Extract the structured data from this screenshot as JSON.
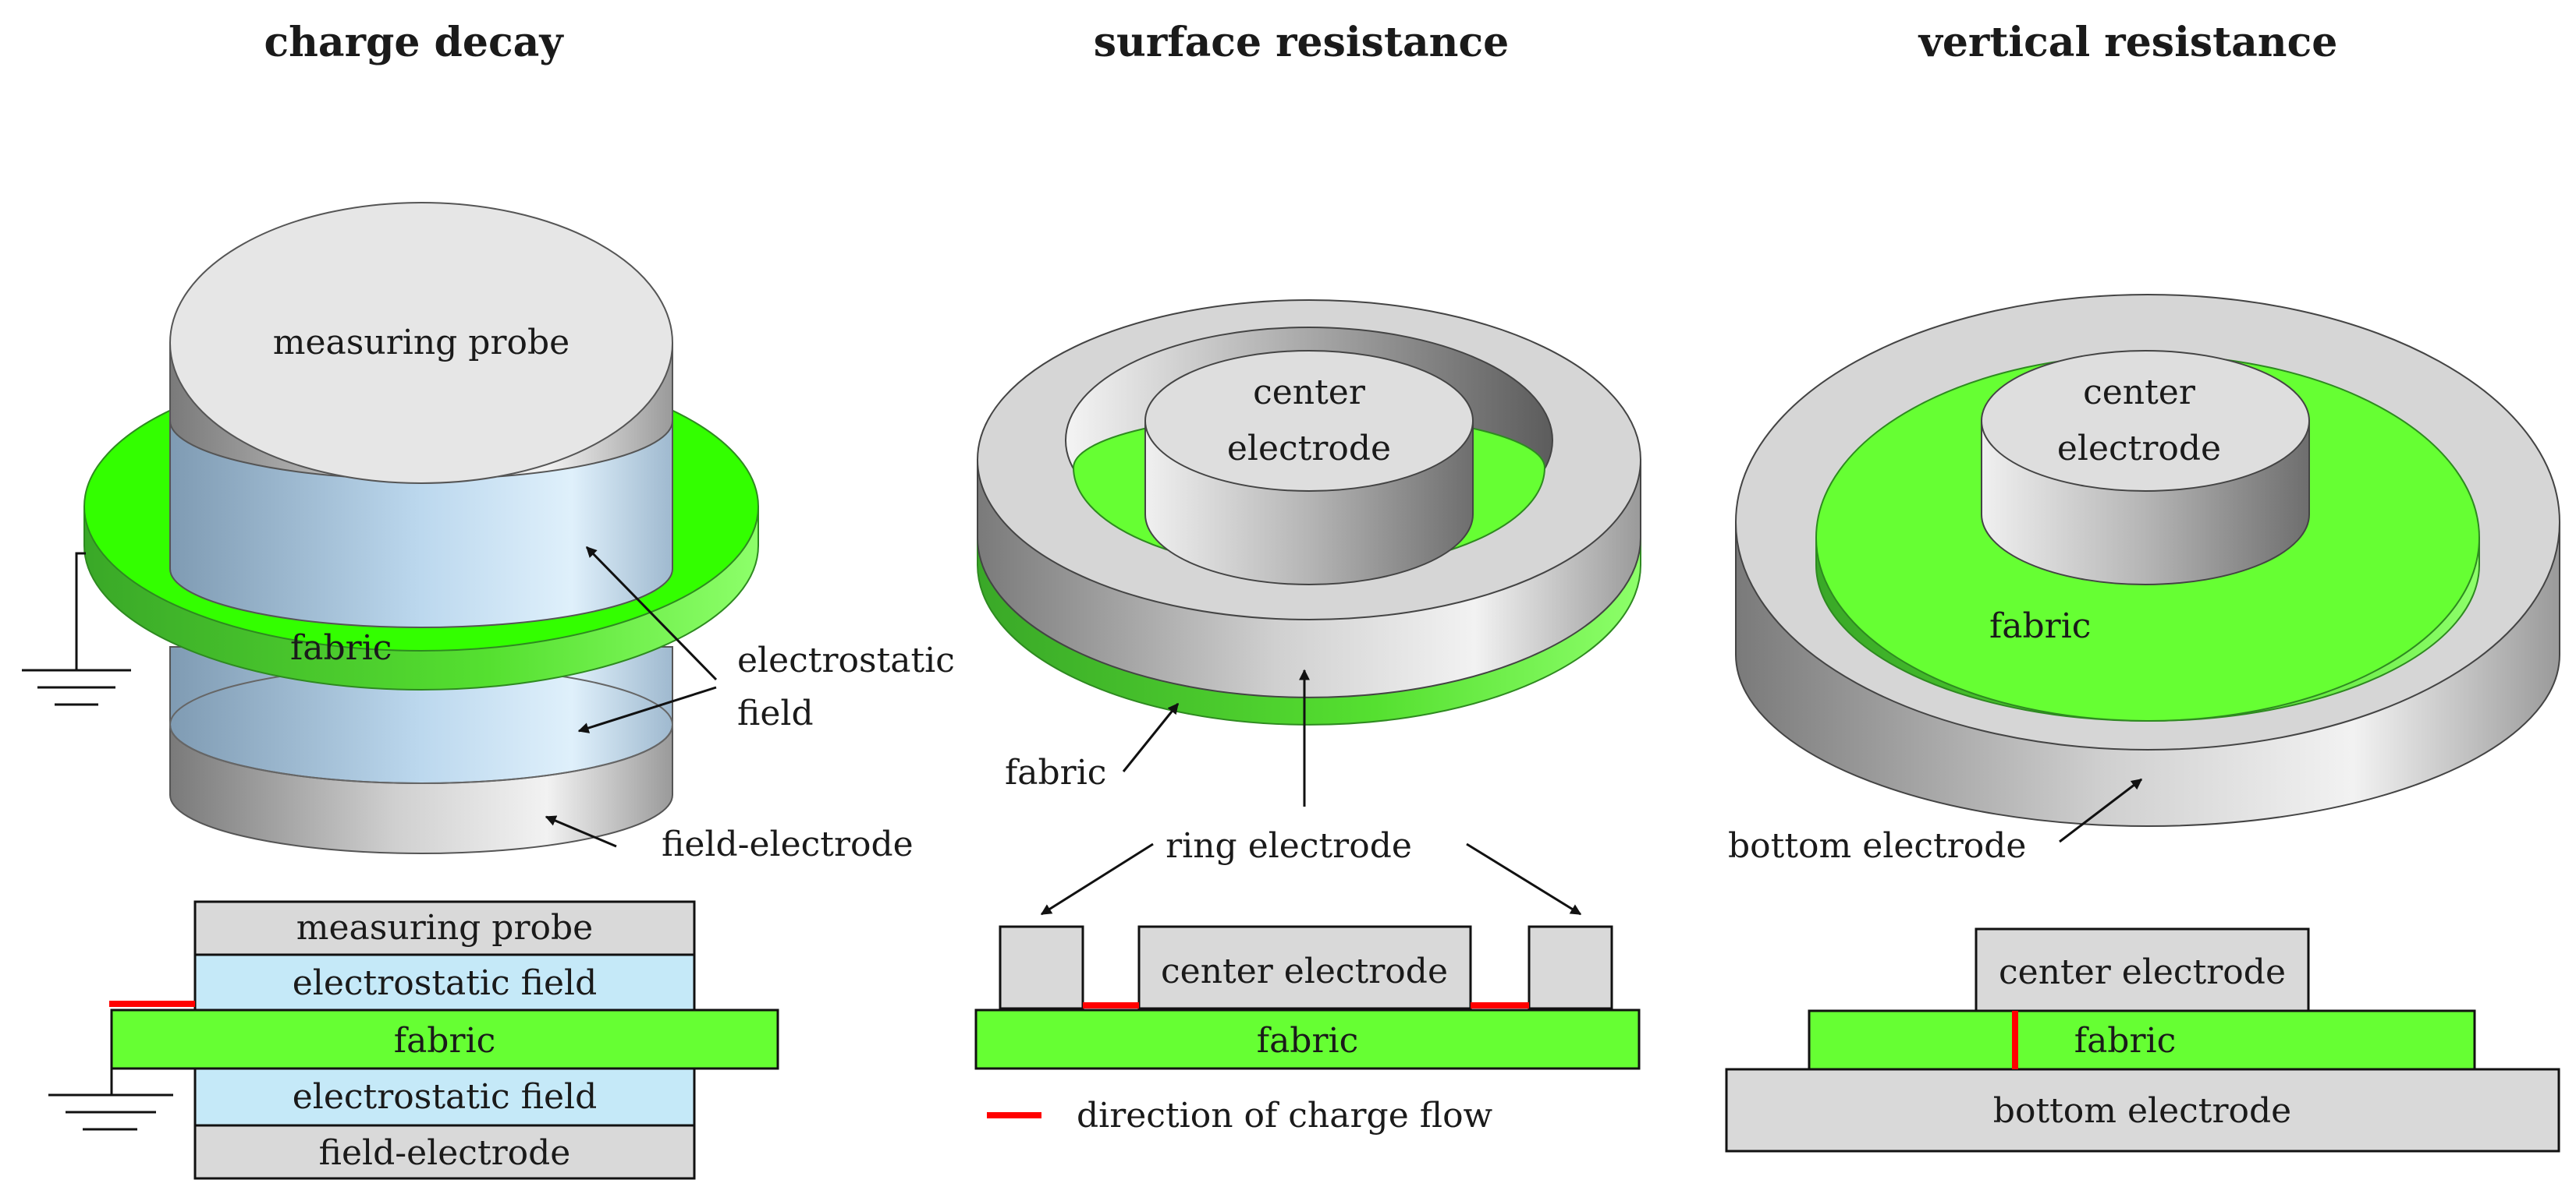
{
  "panels": {
    "charge_decay": {
      "title": "charge decay",
      "labels": {
        "probe_top": "measuring probe",
        "fabric": "fabric",
        "field_line1": "electrostatic",
        "field_line2": "field",
        "field_electrode": "field-electrode"
      },
      "stack": {
        "probe": "measuring probe",
        "field_upper": "electrostatic field",
        "fabric": "fabric",
        "field_lower": "electrostatic field",
        "field_electrode": "field-electrode"
      }
    },
    "surface_resistance": {
      "title": "surface resistance",
      "labels": {
        "center_line1": "center",
        "center_line2": "electrode",
        "fabric": "fabric",
        "ring_electrode": "ring electrode"
      },
      "stack": {
        "center": "center electrode",
        "fabric": "fabric"
      },
      "legend": "direction of charge flow"
    },
    "vertical_resistance": {
      "title": "vertical resistance",
      "labels": {
        "center_line1": "center",
        "center_line2": "electrode",
        "fabric": "fabric",
        "bottom_electrode": "bottom electrode"
      },
      "stack": {
        "center": "center electrode",
        "fabric": "fabric",
        "bottom": "bottom electrode"
      }
    }
  },
  "colors": {
    "fabric_green": "#66ff33",
    "field_blue": "#c5e9f8",
    "electrode_gray": "#d9d9d9",
    "charge_flow_red": "#ff0000"
  }
}
